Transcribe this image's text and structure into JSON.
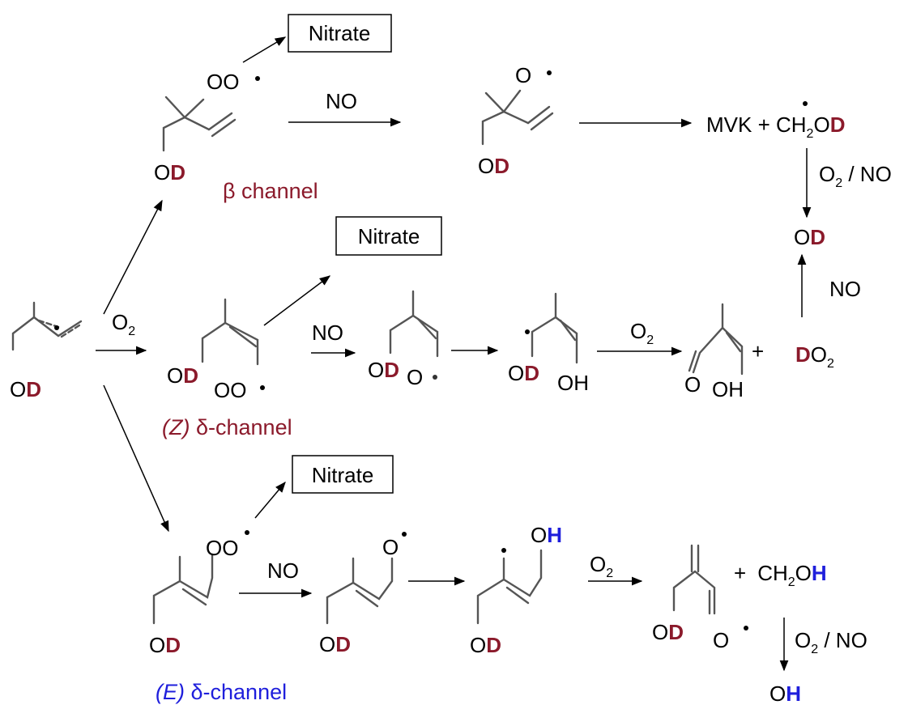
{
  "nitrate_label": "Nitrate",
  "reagents": {
    "no": "NO",
    "o2": "O",
    "two": "2",
    "o2_no_slash": " / NO"
  },
  "channels": {
    "beta": "β channel",
    "z_paren": "(Z)",
    "z_rest": " δ-channel",
    "e_paren": "(E)",
    "e_rest": " δ-channel"
  },
  "groups": {
    "o": "O",
    "d": "D",
    "h": "H",
    "oo": "OO",
    "oh": "OH",
    "radical": "•"
  },
  "products": {
    "mvk_plus": "MVK + ",
    "ch": "CH",
    "two": "2",
    "plus": "+",
    "oh_final": "OH",
    "od_final": "OD"
  }
}
